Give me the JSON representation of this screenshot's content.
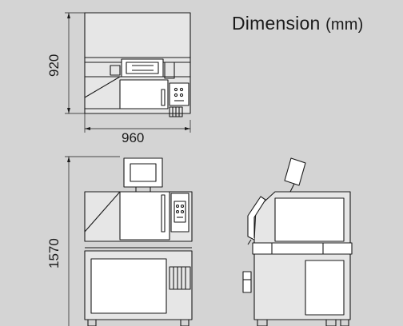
{
  "title": {
    "text": "Dimension",
    "unit": "(mm)"
  },
  "dimensions": {
    "top_height": "920",
    "top_width": "960",
    "front_height": "1570"
  },
  "colors": {
    "background": "#d4d4d4",
    "line": "#1a1a1a",
    "panel": "#ffffff"
  }
}
